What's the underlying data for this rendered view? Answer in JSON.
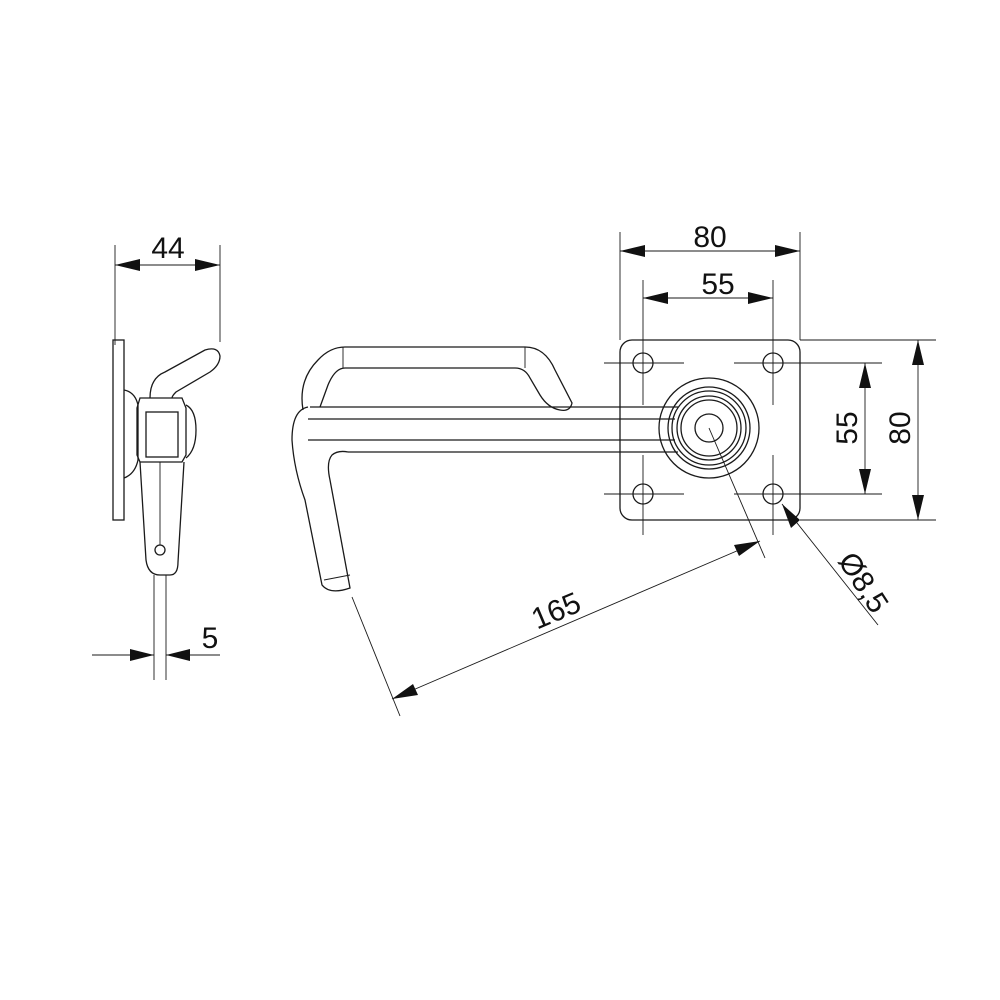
{
  "dimensions": {
    "side_width": "44",
    "side_thickness": "5",
    "plate_width": "80",
    "hole_spacing_h": "55",
    "hole_spacing_v": "55",
    "plate_height": "80",
    "lever_length": "165",
    "hole_diameter": "Ø8,5"
  },
  "colors": {
    "line": "#1a1a1a",
    "background": "#ffffff"
  }
}
